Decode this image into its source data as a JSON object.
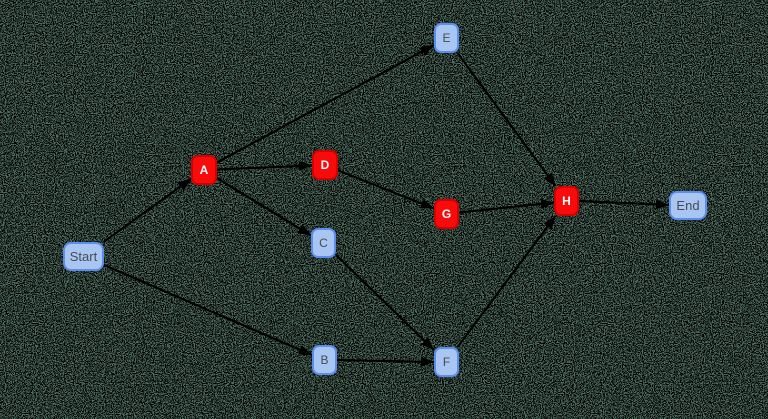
{
  "diagram": {
    "type": "directed-graph",
    "colors": {
      "normal_fill": "#a9c5f2",
      "normal_border": "#5b8dee",
      "normal_text": "#474b51",
      "critical_fill": "#fa0b0b",
      "critical_border": "#d40000",
      "critical_text": "#ffffff",
      "edge": "#000000",
      "noise_dark": "#000000",
      "noise_green": "#4e6e5e"
    },
    "nodes": [
      {
        "id": "start",
        "label": "Start",
        "type": "normal"
      },
      {
        "id": "a",
        "label": "A",
        "type": "critical"
      },
      {
        "id": "b",
        "label": "B",
        "type": "normal"
      },
      {
        "id": "c",
        "label": "C",
        "type": "normal"
      },
      {
        "id": "d",
        "label": "D",
        "type": "critical"
      },
      {
        "id": "e",
        "label": "E",
        "type": "normal"
      },
      {
        "id": "f",
        "label": "F",
        "type": "normal"
      },
      {
        "id": "g",
        "label": "G",
        "type": "critical"
      },
      {
        "id": "h",
        "label": "H",
        "type": "critical"
      },
      {
        "id": "end",
        "label": "End",
        "type": "normal"
      }
    ],
    "edges": [
      {
        "from": "Start",
        "to": "A"
      },
      {
        "from": "Start",
        "to": "B"
      },
      {
        "from": "A",
        "to": "E"
      },
      {
        "from": "A",
        "to": "D"
      },
      {
        "from": "A",
        "to": "C"
      },
      {
        "from": "D",
        "to": "G"
      },
      {
        "from": "C",
        "to": "F"
      },
      {
        "from": "B",
        "to": "F"
      },
      {
        "from": "E",
        "to": "H"
      },
      {
        "from": "F",
        "to": "H"
      },
      {
        "from": "G",
        "to": "H"
      },
      {
        "from": "H",
        "to": "End"
      }
    ]
  }
}
